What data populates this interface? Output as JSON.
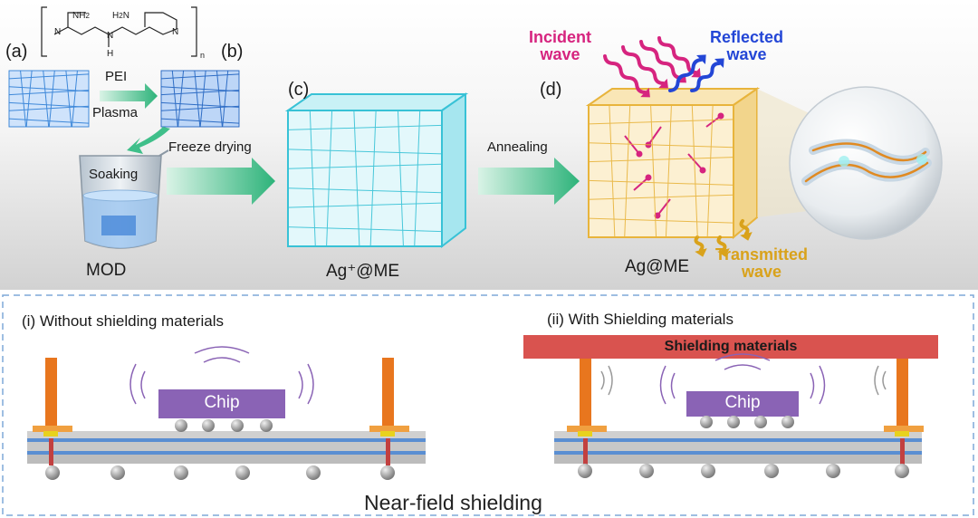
{
  "colors": {
    "incident": "#d6247f",
    "reflected": "#2346d6",
    "transmitted": "#d9a21b",
    "arrow_green": "#3fbf8a",
    "foam_blue": "#2f7fd6",
    "foam_cyan": "#38c2d6",
    "foam_gold": "#e8b43c",
    "chip": "#8a63b5",
    "shield_bar": "#d9534f",
    "pillar": "#e8761e",
    "pcb": "#8ab0d8",
    "panel_border": "#7fa8d8"
  },
  "top": {
    "labels": {
      "a": "(a)",
      "b": "(b)",
      "c": "(c)",
      "d": "(d)"
    },
    "chem": {
      "nh2": "NH",
      "h2n": "H",
      "two": "2",
      "n": "N",
      "h": "H",
      "sub_n": "n"
    },
    "steps": {
      "pei": "PEI",
      "plasma": "Plasma",
      "soaking": "Soaking",
      "freeze_drying": "Freeze drying",
      "annealing": "Annealing"
    },
    "names": {
      "mod": "MOD",
      "ag_ion_me": "Ag⁺@ME",
      "ag_me": "Ag@ME"
    },
    "waves": {
      "incident": "Incident\nwave",
      "reflected": "Reflected\nwave",
      "transmitted": "Transmitted\nwave"
    }
  },
  "bottom": {
    "title_i": "(i) Without shielding materials",
    "title_ii": "(ii) With Shielding materials",
    "chip_i": "Chip",
    "chip_ii": "Chip",
    "shield_bar": "Shielding materials",
    "caption": "Near-field shielding"
  }
}
